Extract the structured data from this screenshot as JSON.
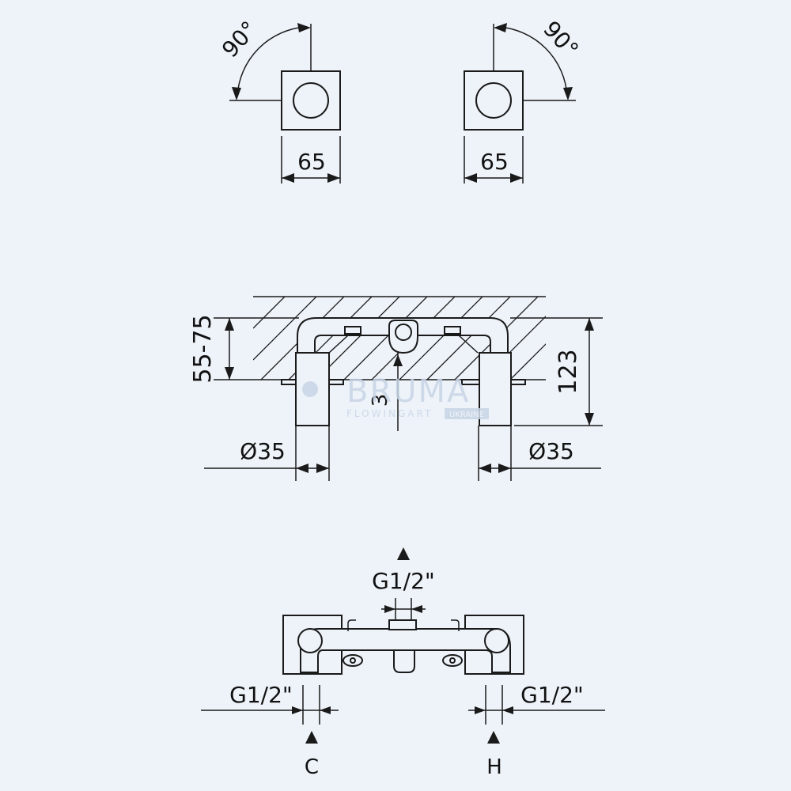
{
  "top_view": {
    "left": {
      "angle": "90°",
      "width": "65"
    },
    "right": {
      "angle": "90°",
      "width": "65"
    }
  },
  "side_view": {
    "depth_range": "55-75",
    "offset": "3",
    "total_height": "123",
    "left_diameter": "Ø35",
    "right_diameter": "Ø35"
  },
  "bottom_view": {
    "outlet_thread": "G1/2\"",
    "left_inlet_thread": "G1/2\"",
    "right_inlet_thread": "G1/2\"",
    "cold_label": "C",
    "hot_label": "H"
  },
  "watermark": {
    "brand": "BRUMA",
    "tagline": "FLOWINGART",
    "region": "UKRAINE"
  },
  "colors": {
    "background": "#eef3f9",
    "line": "#1a1a1a",
    "watermark": "#c8d5e6"
  }
}
